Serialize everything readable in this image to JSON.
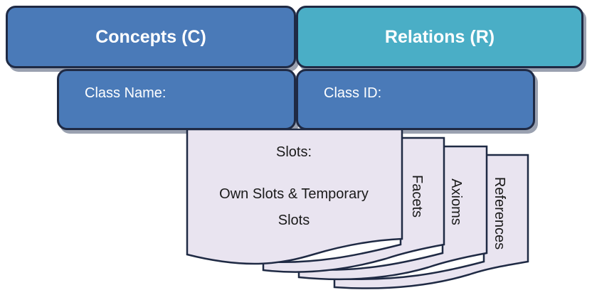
{
  "headers": {
    "concepts": "Concepts (C)",
    "relations": "Relations (R)"
  },
  "fields": {
    "class_name": "Class Name:",
    "class_id": "Class ID:"
  },
  "pages": {
    "slots_title": "Slots:",
    "slots_line1": "Own Slots & Temporary",
    "slots_line2": "Slots",
    "facets": "Facets",
    "axioms": "Axioms",
    "references": "References"
  },
  "colors": {
    "header_blue": "#4a7ab8",
    "header_teal": "#4aaec6",
    "page_fill": "#e9e4f0",
    "outline": "#1f2a44"
  }
}
